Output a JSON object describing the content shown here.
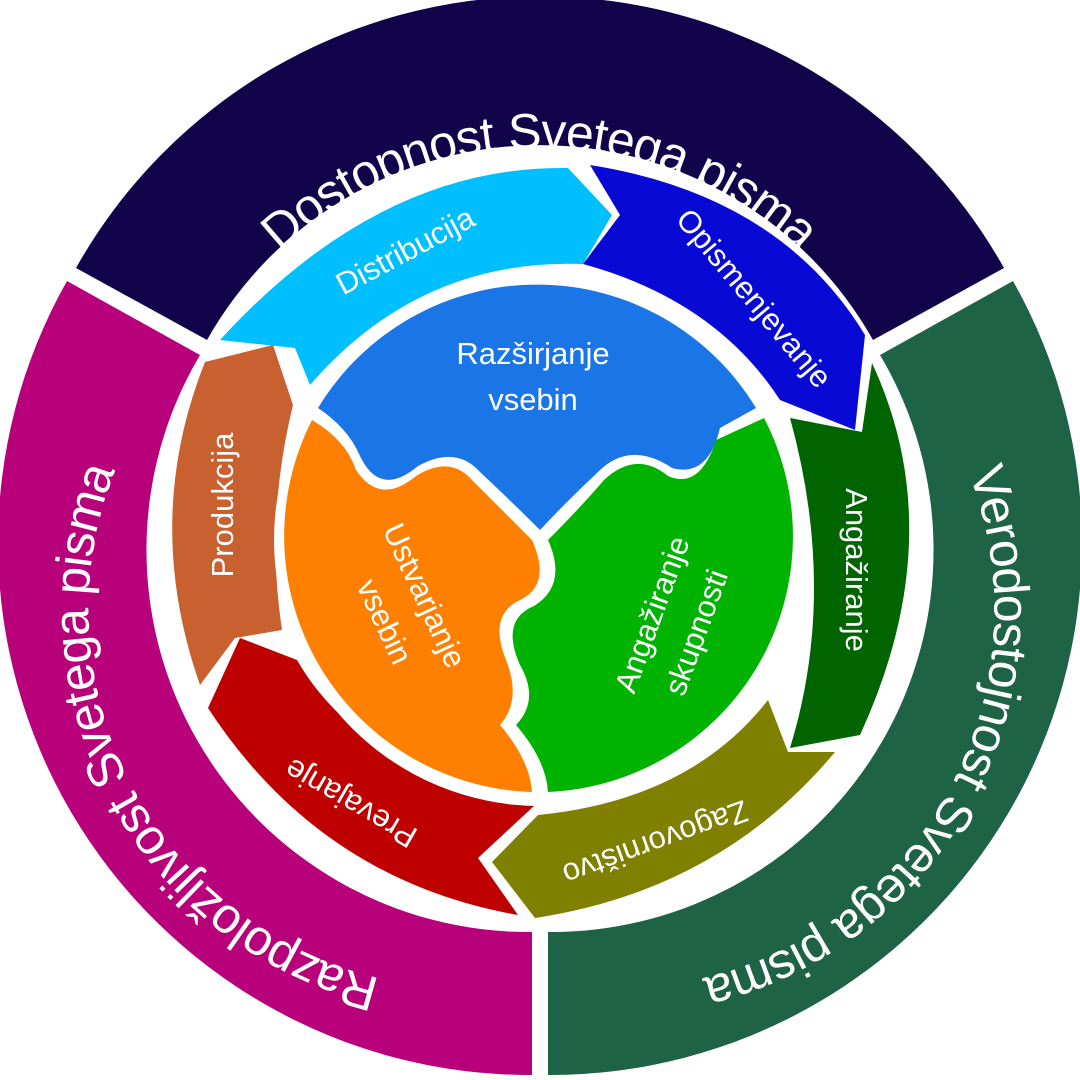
{
  "colors": {
    "dostopnost": "#12044a",
    "verodostojnost": "#1f6347",
    "razpoloziljivost": "#b8007a",
    "distribucija": "#00bfff",
    "opismenjevanje": "#0909d6",
    "angaziranje": "#006400",
    "zagovornistvo": "#7f7f00",
    "prevajanje": "#bf0000",
    "produkcija": "#c8602f",
    "razsirjanje": "#1a75e6",
    "ustvarjanje": "#ff8000",
    "angaziranje_skupnosti": "#00b300",
    "separator": "#ffffff"
  },
  "outer_ring": {
    "top": "Dostopnost Svetega pisma",
    "right": "Verodostojnost Svetega pisma",
    "left": "Razpoložljivost Svetega pisma"
  },
  "middle_ring": {
    "distribucija": "Distribucija",
    "opismenjevanje": "Opismenjevanje",
    "angaziranje": "Angažiranje",
    "zagovornistvo": "Zagovorništvo",
    "prevajanje": "Prevajanje",
    "produkcija": "Produkcija"
  },
  "inner_puzzle": {
    "razsirjanje_line1": "Razširjanje",
    "razsirjanje_line2": "vsebin",
    "ustvarjanje_line1": "Ustvarjanje",
    "ustvarjanje_line2": "vsebin",
    "angaziranje_line1": "Angažiranje",
    "angaziranje_line2": "skupnosti"
  }
}
